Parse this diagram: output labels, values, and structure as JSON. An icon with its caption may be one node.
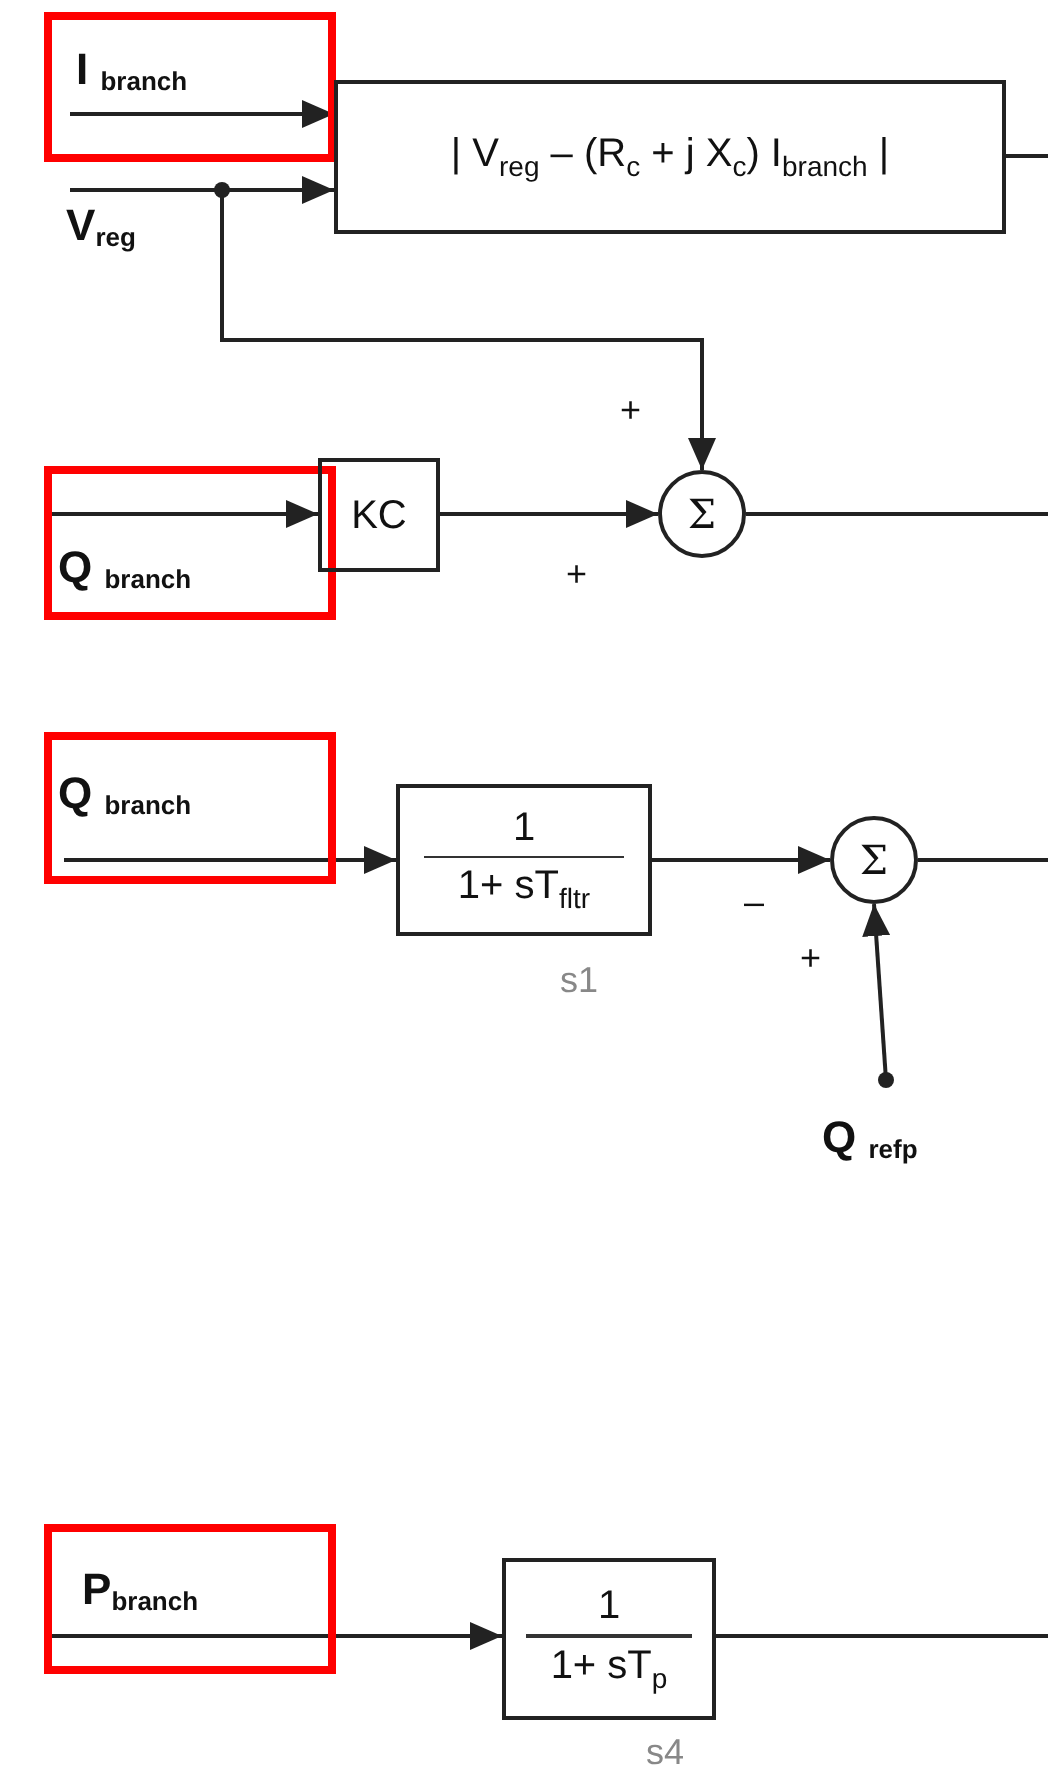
{
  "diagram": {
    "nodes": [
      {
        "text": [
          "I $_{branch}$"
        ]
      },
      {
        "text": [
          "| V$_{reg}$ – (R$_{c}$ + j X$_{c}$) I$_{branch}$ |"
        ]
      },
      {
        "text": [
          "V$_{reg}$"
        ]
      },
      {
        "text": [
          "Q $_{branch}$"
        ]
      },
      {
        "text": [
          "KC"
        ]
      },
      {
        "text": [
          "Σ"
        ]
      },
      {
        "text": [
          "Q $_{branch}$"
        ]
      },
      {
        "text": [
          "1",
          "1+ sT$_{fltr}$"
        ],
        "beside": [
          "s1"
        ]
      },
      {
        "text": [
          "Σ"
        ]
      },
      {
        "text": [
          "Q $_{refp}$"
        ]
      },
      {
        "text": [
          "P$_{branch}$"
        ]
      },
      {
        "text": [
          "1",
          "1+ sT$_{p}$"
        ],
        "beside": [
          "s4"
        ]
      }
    ],
    "edges": [
      {
        "from": 0,
        "to": 1,
        "arrow": "to"
      },
      {
        "from": 2,
        "to": 1,
        "arrow": "to"
      },
      {
        "from": 2,
        "to": 5,
        "arrow": "to",
        "label": "+"
      },
      {
        "from": 3,
        "to": 4,
        "arrow": "to"
      },
      {
        "from": 4,
        "to": 5,
        "arrow": "to",
        "label": "+"
      },
      {
        "from": 1,
        "to": null,
        "arrow": "none"
      },
      {
        "from": 5,
        "to": null,
        "arrow": "none"
      },
      {
        "from": 6,
        "to": 7,
        "arrow": "to"
      },
      {
        "from": 7,
        "to": 8,
        "arrow": "to",
        "label": "–"
      },
      {
        "from": 9,
        "to": 8,
        "arrow": "to",
        "label": "+"
      },
      {
        "from": 8,
        "to": null,
        "arrow": "none"
      },
      {
        "from": 10,
        "to": 11,
        "arrow": "to"
      },
      {
        "from": 11,
        "to": null,
        "arrow": "none"
      }
    ]
  }
}
